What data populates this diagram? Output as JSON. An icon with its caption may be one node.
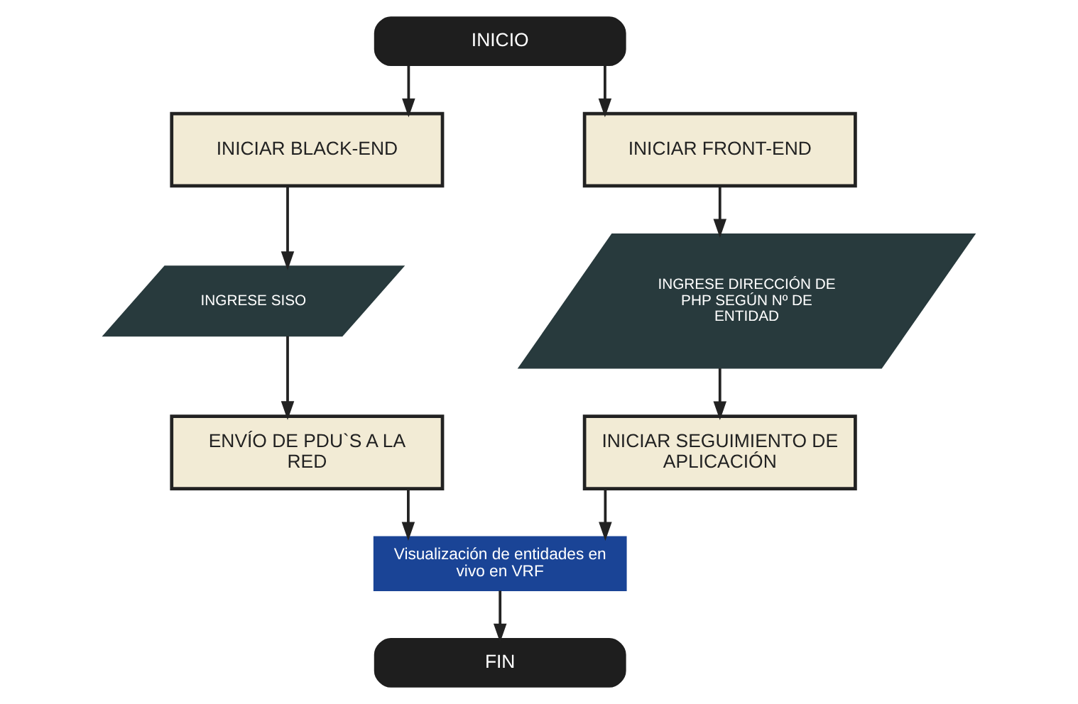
{
  "diagram": {
    "nodes": [
      {
        "text": [
          "INICIO"
        ]
      },
      {
        "text": [
          "INICIAR BLACK-END"
        ]
      },
      {
        "text": [
          "INICIAR FRONT-END"
        ]
      },
      {
        "text": [
          "INGRESE SISO"
        ]
      },
      {
        "text": [
          "INGRESE DIRECCIÓN DE PHP SEGÚN Nº DE ENTIDAD"
        ]
      },
      {
        "text": [
          "ENVÍO DE PDU`S A LA RED"
        ]
      },
      {
        "text": [
          "INICIAR SEGUIMIENTO DE APLICACIÓN"
        ]
      },
      {
        "text": [
          "Visualización de entidades en vivo en VRF"
        ]
      },
      {
        "text": [
          "FIN"
        ]
      }
    ],
    "edges": [
      {
        "from": 0,
        "to": 1,
        "arrow": "to"
      },
      {
        "from": 0,
        "to": 2,
        "arrow": "to"
      },
      {
        "from": 1,
        "to": 3,
        "arrow": "to"
      },
      {
        "from": 2,
        "to": 4,
        "arrow": "to"
      },
      {
        "from": 3,
        "to": 5,
        "arrow": "to"
      },
      {
        "from": 4,
        "to": 6,
        "arrow": "to"
      },
      {
        "from": 5,
        "to": 7,
        "arrow": "to"
      },
      {
        "from": 6,
        "to": 7,
        "arrow": "to"
      },
      {
        "from": 7,
        "to": 8,
        "arrow": "to"
      }
    ]
  }
}
